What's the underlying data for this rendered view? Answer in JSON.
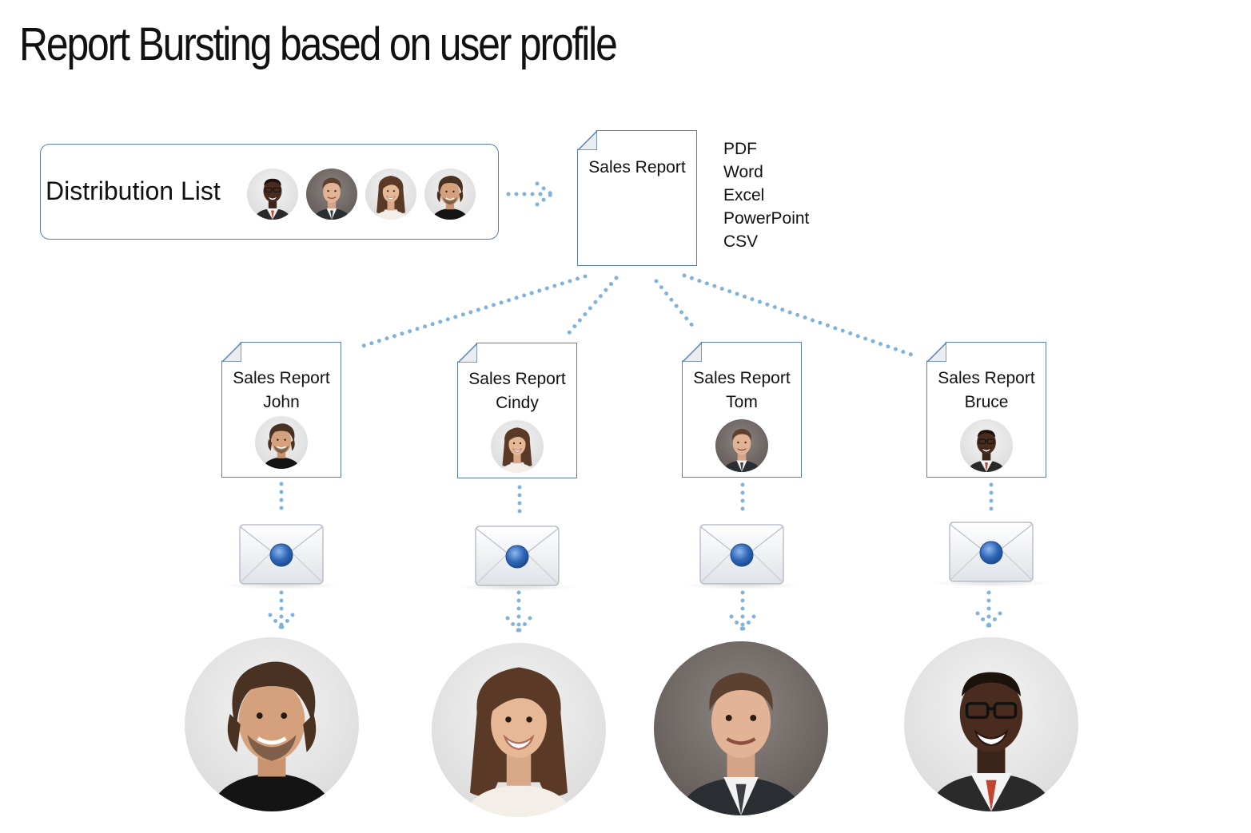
{
  "title": "Report Bursting based on user profile",
  "distribution": {
    "label": "Distribution List",
    "avatars": [
      "bruce-avatar",
      "tom-avatar",
      "cindy-avatar",
      "john-avatar"
    ]
  },
  "master_report": {
    "label": "Sales Report",
    "formats": [
      "PDF",
      "Word",
      "Excel",
      "PowerPoint",
      "CSV"
    ]
  },
  "recipients": [
    {
      "report_label": "Sales Report",
      "name": "John"
    },
    {
      "report_label": "Sales Report",
      "name": "Cindy"
    },
    {
      "report_label": "Sales Report",
      "name": "Tom"
    },
    {
      "report_label": "Sales Report",
      "name": "Bruce"
    }
  ],
  "colors": {
    "dots": "#7fb3dc",
    "border": "#5a7fa8",
    "seal": "#2f68b8"
  }
}
